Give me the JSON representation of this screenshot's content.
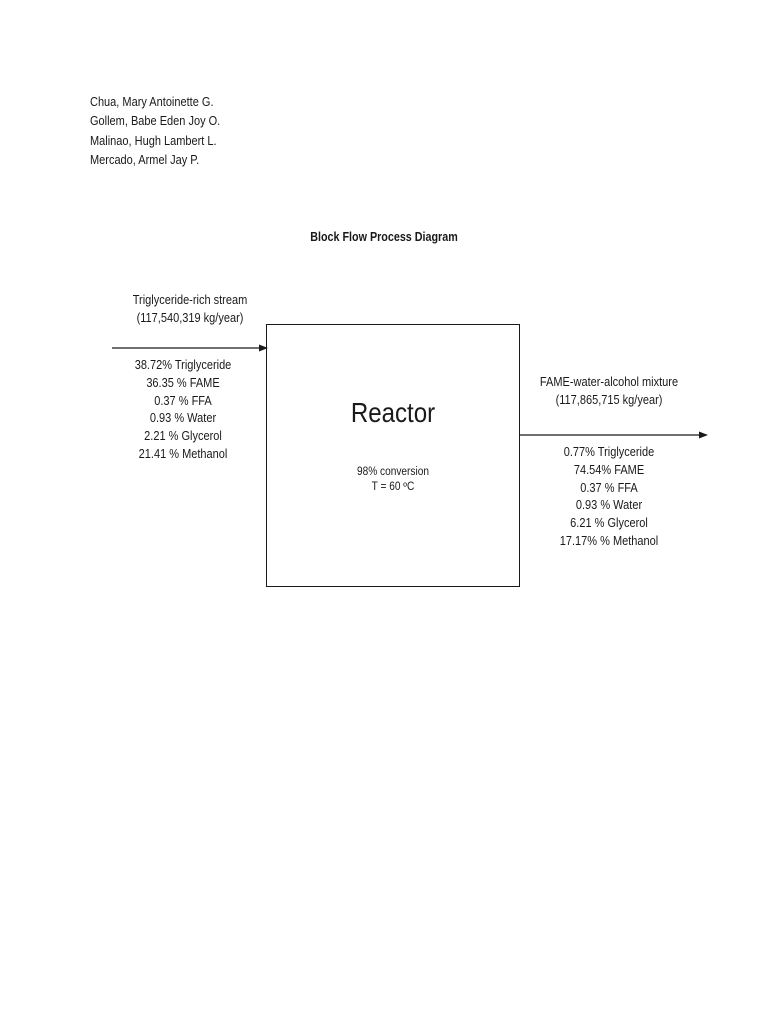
{
  "authors": [
    "Chua, Mary Antoinette G.",
    "Gollem, Babe Eden Joy O.",
    "Malinao, Hugh Lambert L.",
    "Mercado, Armel Jay P."
  ],
  "title": "Block Flow Process Diagram",
  "reactor": {
    "label": "Reactor",
    "conversion": "98% conversion",
    "temperature": "T = 60 ºC"
  },
  "inlet": {
    "name": "Triglyceride-rich stream",
    "flow": "(117,540,319 kg/year)",
    "composition": [
      "38.72% Triglyceride",
      "36.35 % FAME",
      "0.37 % FFA",
      "0.93 % Water",
      "2.21 % Glycerol",
      "21.41 % Methanol"
    ]
  },
  "outlet": {
    "name": "FAME-water-alcohol mixture",
    "flow": "(117,865,715 kg/year)",
    "composition": [
      "0.77% Triglyceride",
      "74.54% FAME",
      "0.37 % FFA",
      "0.93 % Water",
      "6.21 % Glycerol",
      "17.17% % Methanol"
    ]
  },
  "colors": {
    "ink": "#1a1a1a",
    "background": "#ffffff"
  }
}
